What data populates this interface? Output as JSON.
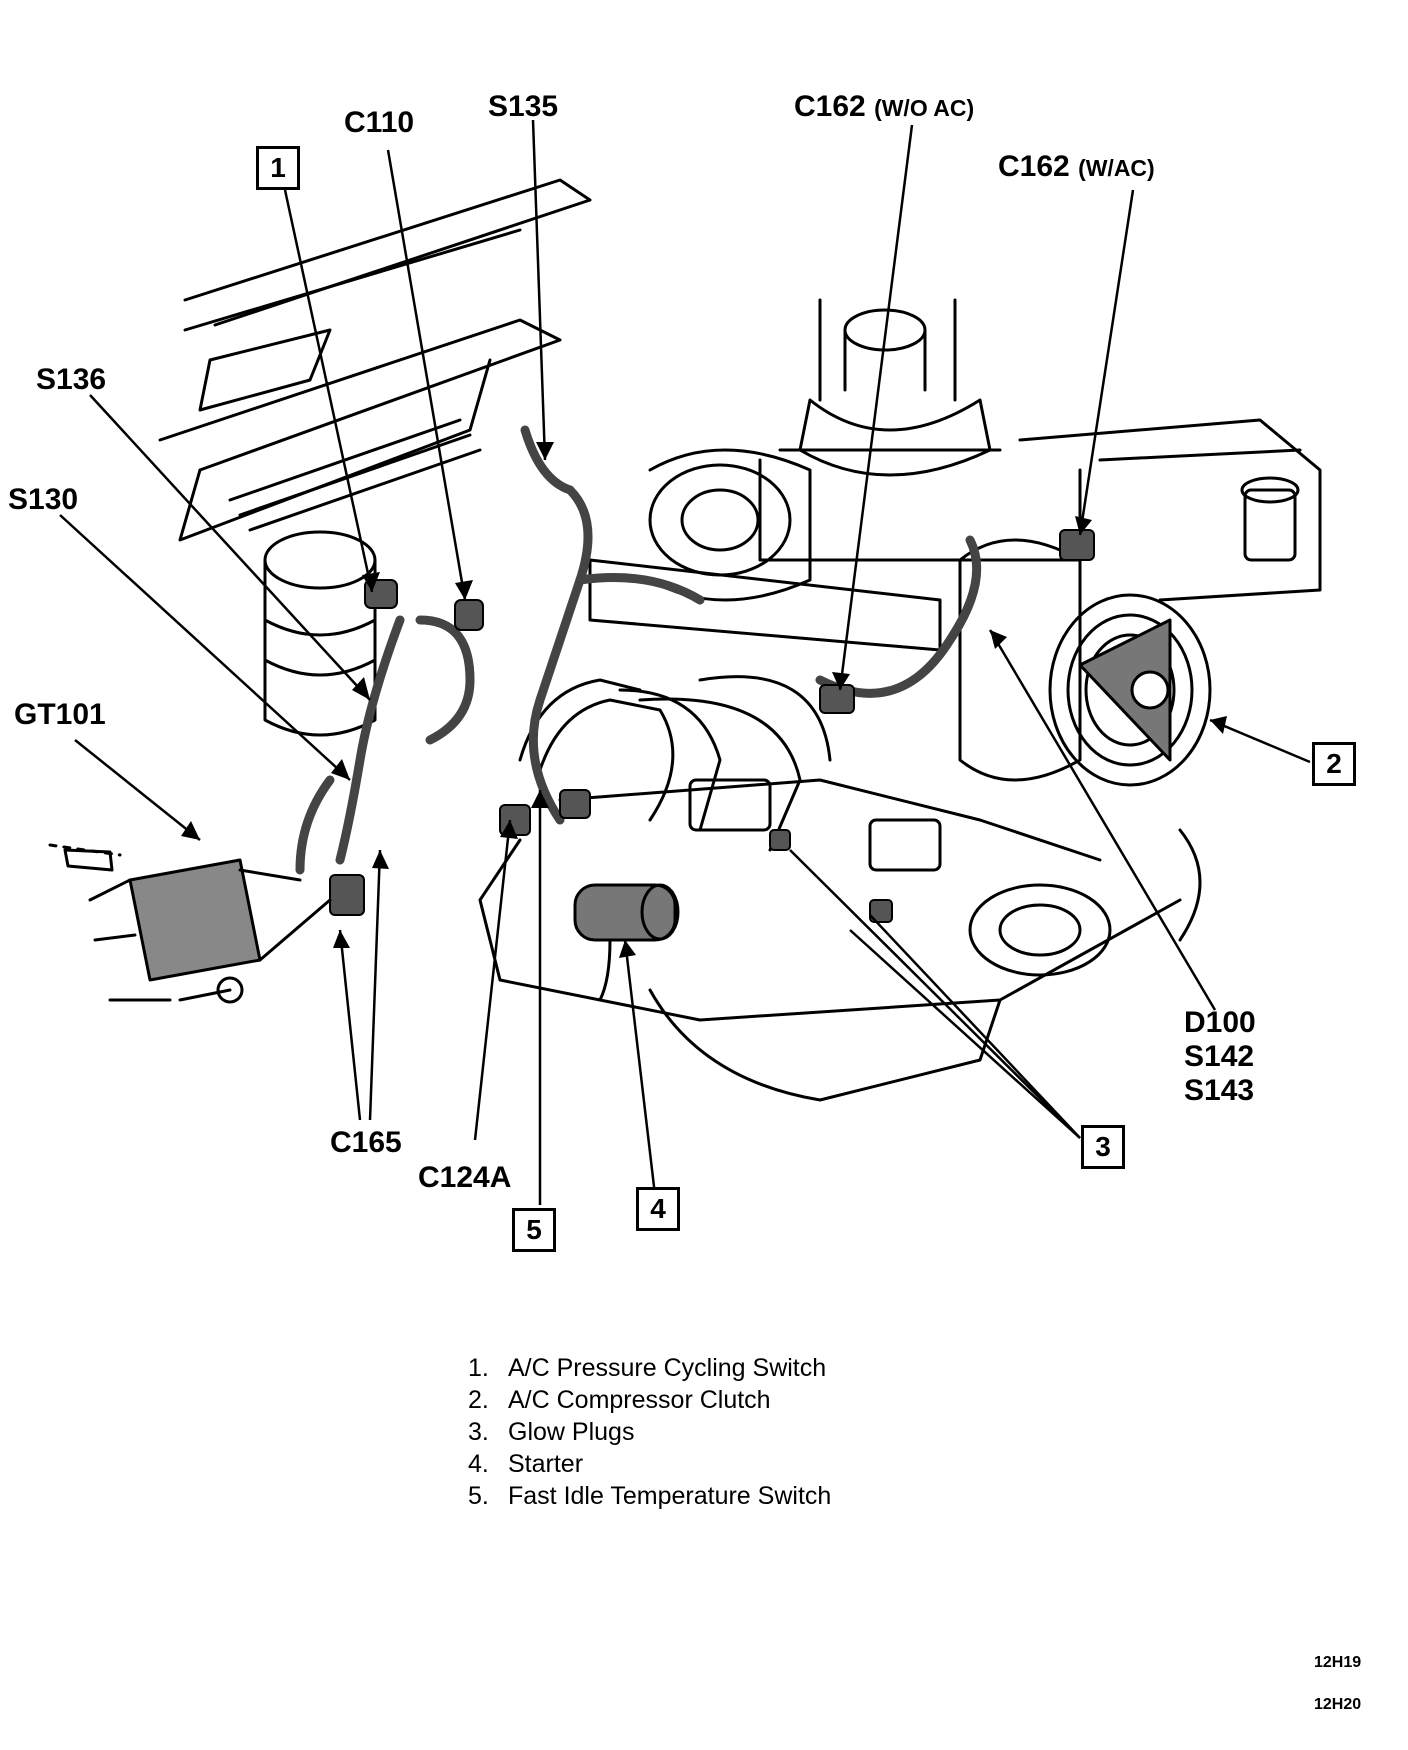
{
  "callouts": {
    "c110": "C110",
    "s135": "S135",
    "c162_woac": "C162",
    "c162_woac_note": "(W/O AC)",
    "c162_wac": "C162",
    "c162_wac_note": "(W/AC)",
    "s136": "S136",
    "s130": "S130",
    "gt101": "GT101",
    "c165": "C165",
    "c124a": "C124A",
    "d100": "D100",
    "s142": "S142",
    "s143": "S143"
  },
  "numbered_boxes": [
    "1",
    "2",
    "3",
    "4",
    "5"
  ],
  "legend": [
    {
      "num": "1.",
      "text": "A/C Pressure Cycling Switch"
    },
    {
      "num": "2.",
      "text": "A/C Compressor Clutch"
    },
    {
      "num": "3.",
      "text": "Glow Plugs"
    },
    {
      "num": "4.",
      "text": "Starter"
    },
    {
      "num": "5.",
      "text": "Fast Idle Temperature Switch"
    }
  ],
  "figure_codes": [
    "12H19",
    "12H20"
  ],
  "colors": {
    "ink": "#000000",
    "shade": "#777777",
    "paper": "#ffffff"
  }
}
